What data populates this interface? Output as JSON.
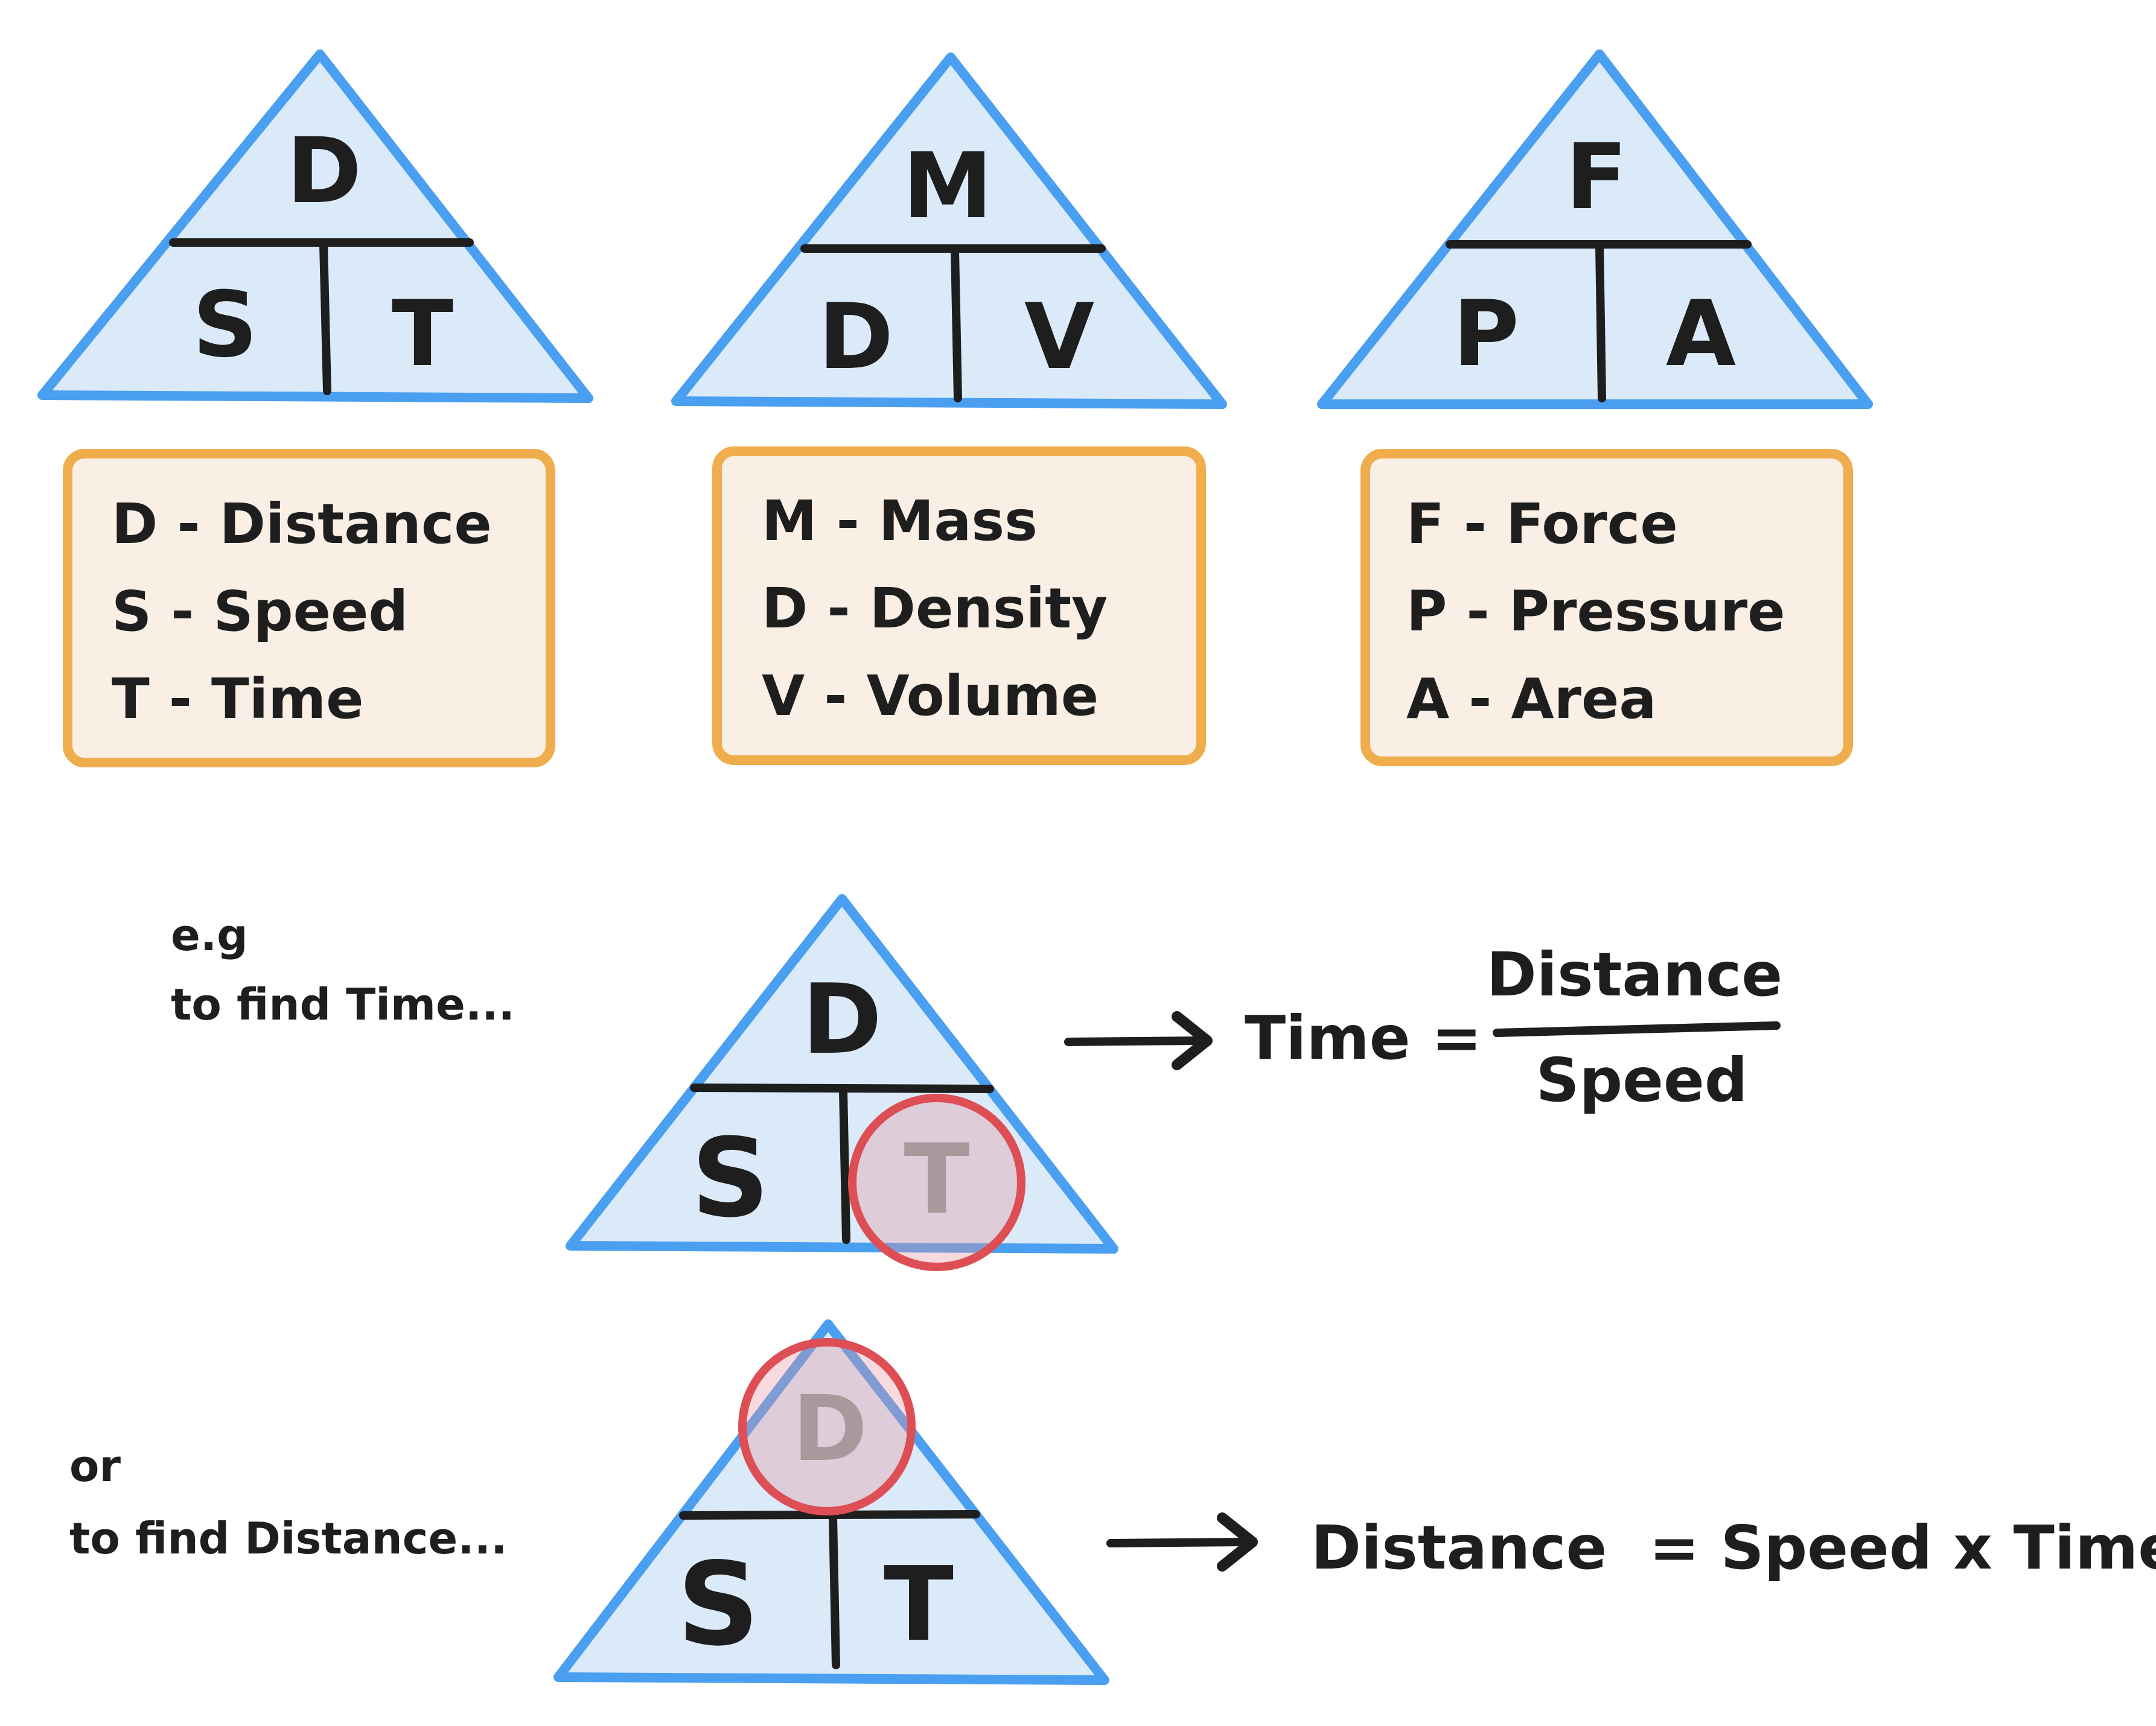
{
  "triangles": [
    {
      "top": "D",
      "left": "S",
      "right": "T",
      "legend": [
        "D - Distance",
        "S - Speed",
        "T - Time"
      ]
    },
    {
      "top": "M",
      "left": "D",
      "right": "V",
      "legend": [
        "M - Mass",
        "D - Density",
        "V - Volume"
      ]
    },
    {
      "top": "F",
      "left": "P",
      "right": "A",
      "legend": [
        "F - Force",
        "P - Pressure",
        "A - Area"
      ]
    }
  ],
  "examples": [
    {
      "note_lines": [
        "e.g",
        "to find Time..."
      ],
      "triangle": {
        "top": "D",
        "left": "S",
        "right": "T"
      },
      "highlighted": "T",
      "formula": {
        "lhs": "Time =",
        "numerator": "Distance",
        "denominator": "Speed"
      }
    },
    {
      "note_lines": [
        "or",
        "to find Distance..."
      ],
      "triangle": {
        "top": "D",
        "left": "S",
        "right": "T"
      },
      "highlighted": "D",
      "formula": {
        "text": "Distance  = Speed x Time"
      }
    }
  ],
  "colors": {
    "triangle_fill": "#dbeaf8",
    "triangle_stroke": "#4a9ff0",
    "legend_fill": "#f9efe4",
    "legend_stroke": "#f0ad4e",
    "highlight_stroke": "#dd4e55",
    "ink": "#1e1e1e"
  }
}
